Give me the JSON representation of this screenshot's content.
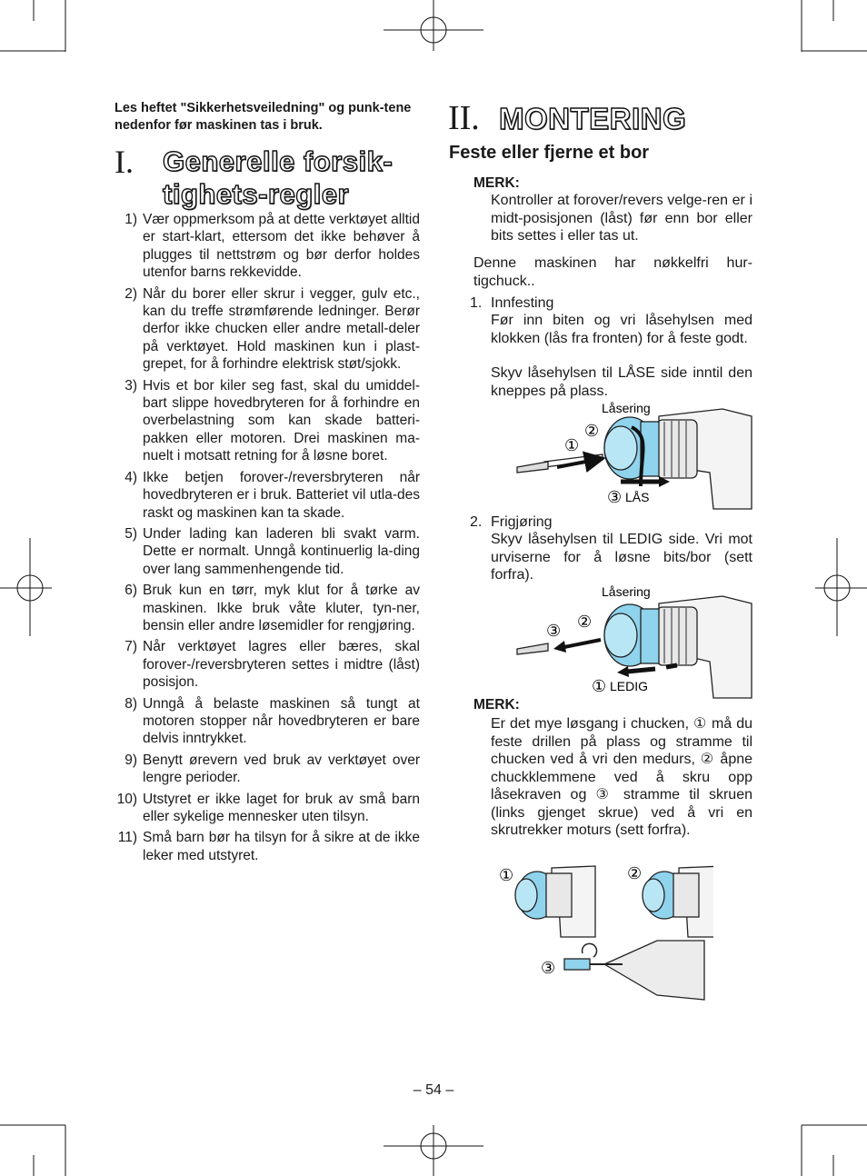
{
  "left": {
    "intro": "Les heftet \"Sikkerhetsveiledning\" og punk-tene nedenfor før maskinen tas i bruk.",
    "section_numeral": "I.",
    "section_title": "Generelle forsik-tighets-regler",
    "items": [
      {
        "num": "1)",
        "text": "Vær oppmerksom på at dette verktøyet alltid er start-klart, ettersom det ikke behøver å plugges til nettstrøm og bør derfor holdes utenfor barns rekkevidde."
      },
      {
        "num": "2)",
        "text": "Når du borer eller skrur i vegger, gulv etc., kan du treffe strømførende ledninger. Berør derfor ikke chucken eller andre metall-deler på verktøyet. Hold maskinen kun i plast-grepet, for å forhindre elektrisk støt/sjokk."
      },
      {
        "num": "3)",
        "text": "Hvis et bor kiler seg fast, skal du umiddel-bart slippe hovedbryteren for å forhindre en overbelastning som kan skade batteri-pakken eller motoren. Drei maskinen ma-nuelt i motsatt retning for å løsne boret."
      },
      {
        "num": "4)",
        "text": "Ikke betjen forover-/reversbryteren når hovedbryteren er i bruk. Batteriet vil utla-des raskt og maskinen kan ta skade."
      },
      {
        "num": "5)",
        "text": "Under lading kan laderen bli svakt varm. Dette er normalt. Unngå kontinuerlig la-ding over lang sammenhengende tid."
      },
      {
        "num": "6)",
        "text": "Bruk kun en tørr, myk klut for å tørke av maskinen. Ikke bruk våte kluter, tyn-ner, bensin eller andre løsemidler for rengjøring."
      },
      {
        "num": "7)",
        "text": "Når verktøyet lagres eller bæres, skal forover-/reversbryteren settes i midtre (låst) posisjon."
      },
      {
        "num": "8)",
        "text": "Unngå å belaste maskinen så tungt at motoren stopper når hovedbryteren er bare delvis inntrykket."
      },
      {
        "num": "9)",
        "text": "Benytt ørevern ved bruk av verktøyet over lengre perioder."
      },
      {
        "num": "10)",
        "text": "Utstyret er ikke laget for bruk av små barn eller sykelige mennesker uten tilsyn."
      },
      {
        "num": "11)",
        "text": "Små barn bør ha tilsyn for å sikre at de ikke leker med utstyret."
      }
    ]
  },
  "right": {
    "section_numeral": "II.",
    "section_title": "MONTERING",
    "subheading": "Feste eller fjerne et bor",
    "merk_label": "MERK:",
    "merk1": "Kontroller at forover/revers velge-ren er i midt-posisjonen (låst) før enn bor eller bits settes i eller tas ut.",
    "intro": "Denne maskinen har nøkkelfri hur-tigchuck..",
    "step1_num": "1.",
    "step1_title": "Innfesting",
    "step1_text_a": "Før inn biten og vri låsehylsen med klokken (lås fra fronten) for å feste godt.",
    "step1_text_b": "Skyv låsehylsen til LÅSE side inntil den kneppes på  plass.",
    "fig1": {
      "label_ring": "Låsering",
      "n1": "①",
      "n2": "②",
      "n3": "③",
      "label_3": "LÅS"
    },
    "step2_num": "2.",
    "step2_title": "Frigjøring",
    "step2_text": "Skyv låsehylsen til LEDIG side. Vri mot urviserne for å løsne bits/bor (sett forfra).",
    "fig2": {
      "label_ring": "Låsering",
      "n1": "①",
      "n2": "②",
      "n3": "③",
      "label_1": "LEDIG"
    },
    "merk2_label": "MERK:",
    "merk2_parts": [
      "Er det mye løsgang i chucken,",
      "må du feste drillen på plass og stramme til chucken ved å vri den medurs,",
      "åpne chuckklemmene ved å skru opp låsekraven og",
      "stramme til skruen (links gjenget skrue) ved å vri en skrutrekker moturs (sett forfra)."
    ],
    "merk2_marks": [
      "①",
      "②",
      "③"
    ],
    "fig3": {
      "n1": "①",
      "n2": "②",
      "n3": "③"
    }
  },
  "page_number": "– 54 –"
}
